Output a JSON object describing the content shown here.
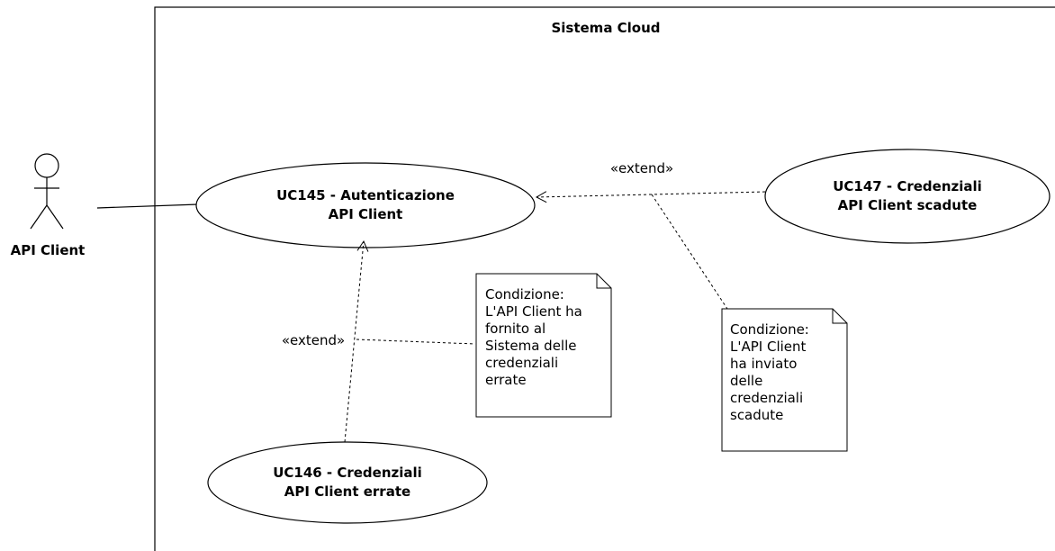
{
  "system": {
    "title": "Sistema Cloud"
  },
  "actor": {
    "name": "API Client"
  },
  "use_cases": {
    "uc145": {
      "line1": "UC145 - Autenticazione",
      "line2": "API Client"
    },
    "uc146": {
      "line1": "UC146 - Credenziali",
      "line2": "API Client errate"
    },
    "uc147": {
      "line1": "UC147 - Credenziali",
      "line2": "API Client scadute"
    }
  },
  "relations": {
    "extend_146": "«extend»",
    "extend_147": "«extend»"
  },
  "notes": {
    "note_errate": [
      "Condizione:",
      "L'API Client ha",
      "fornito al",
      "Sistema delle",
      "credenziali",
      "errate"
    ],
    "note_scadute": [
      "Condizione:",
      "L'API Client",
      "ha inviato",
      "delle",
      "credenziali",
      "scadute"
    ]
  }
}
